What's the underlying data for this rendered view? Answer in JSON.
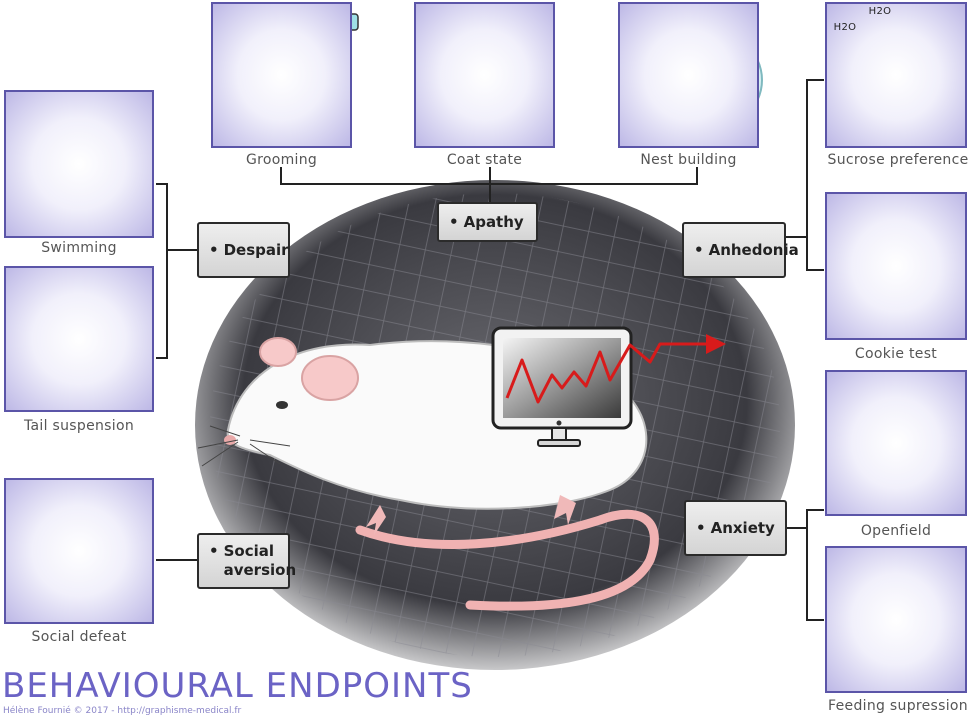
{
  "title": "BEHAVIOURAL ENDPOINTS",
  "credit": "Hélène Fournié © 2017 - http://graphisme-medical.fr",
  "categories": {
    "apathy": "Apathy",
    "despair": "Despair",
    "anhedonia": "Anhedonia",
    "social_aversion": "Social aversion",
    "anxiety": "Anxiety"
  },
  "tests": {
    "grooming": "Grooming",
    "coat_state": "Coat state",
    "nest_building": "Nest building",
    "sucrose_preference": "Sucrose preference",
    "cookie_test": "Cookie test",
    "openfield": "Openfield",
    "feeding_supression": "Feeding supression",
    "swimming": "Swimming",
    "tail_suspension": "Tail suspension",
    "social_defeat": "Social defeat"
  },
  "sucrose_bottles": [
    "H2O",
    "H2O"
  ],
  "accent_color": "#6b63c5",
  "panel_border_color": "#5b55a8",
  "trend_color": "#d81b1b"
}
